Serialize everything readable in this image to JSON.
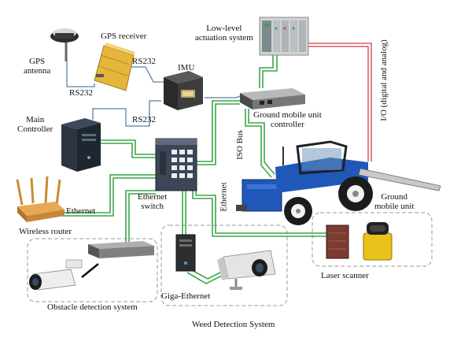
{
  "labels": {
    "gps_antenna": "GPS\nantenna",
    "gps_receiver": "GPS receiver",
    "rs232_a": "RS232",
    "rs232_b": "RS232",
    "rs232_c": "RS232",
    "imu": "IMU",
    "low_level": "Low-level\nactuation system",
    "io": "I/O (digital and analog)",
    "main_controller": "Main\nController",
    "ground_controller": "Ground mobile unit\ncontroller",
    "iso_bus": "ISO Bus",
    "ethernet_switch": "Ethernet\nswitch",
    "ethernet_a": "Ethernet",
    "ethernet_b": "Ethernet",
    "wireless_router": "Wireless router",
    "ground_unit": "Ground\nmobile unit",
    "laser_scanner": "Laser scanner",
    "obstacle": "Obstacle detection system",
    "giga": "Giga-Ethernet",
    "weed": "Weed Detection System"
  },
  "colors": {
    "ethernet": "#3aa64a",
    "serial": "#5b7fa6",
    "io": "#d43c3c",
    "tractor": "#1f58b8",
    "gps_receiver": "#e6b63a"
  },
  "icons": [
    "gps-antenna-icon",
    "gps-receiver-icon",
    "imu-icon",
    "plc-icon",
    "pc-tower-icon",
    "network-switch-icon",
    "router-icon",
    "tractor-icon",
    "laser-scanner-icon",
    "camera-icon",
    "server-icon"
  ]
}
